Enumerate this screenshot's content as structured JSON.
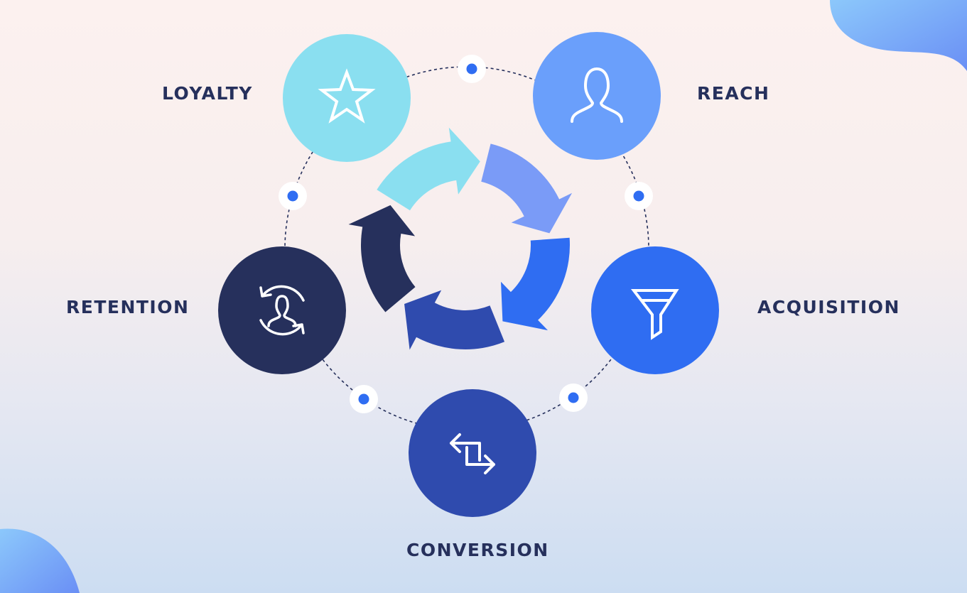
{
  "stages": [
    {
      "label": "LOYALTY",
      "icon": "star-icon",
      "color": "#8adff0"
    },
    {
      "label": "REACH",
      "icon": "user-icon",
      "color": "#6a9ffb"
    },
    {
      "label": "ACQUISITION",
      "icon": "funnel-icon",
      "color": "#2f6df2"
    },
    {
      "label": "CONVERSION",
      "icon": "exchange-arrows-icon",
      "color": "#2f4bae"
    },
    {
      "label": "RETENTION",
      "icon": "user-cycle-icon",
      "color": "#26305c"
    }
  ],
  "cycle_arrow_colors": [
    "#8adff0",
    "#7a9bf7",
    "#2f6df2",
    "#2f4bae",
    "#26305c"
  ],
  "connector_dot_color": "#2f6df2",
  "text_color": "#26305c"
}
